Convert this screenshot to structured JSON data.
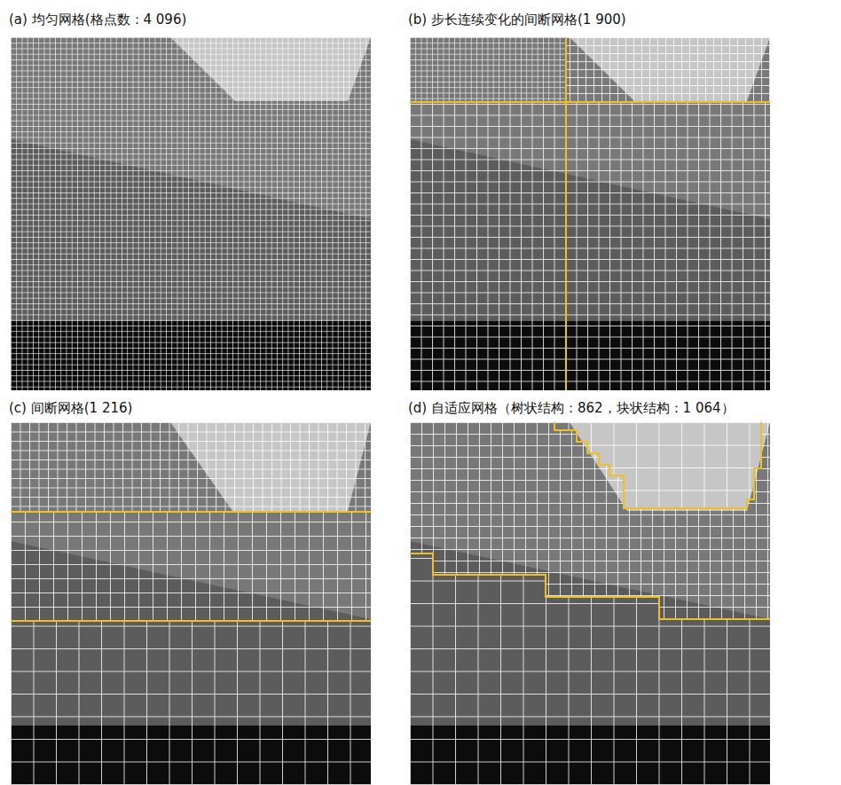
{
  "diagram": {
    "labels": [
      "(a) 均匀网格(格点数：4 096)",
      "(b) 步长连续变化的间断网格(1 900)",
      "(c) 间断网格(1 216)",
      "(d) 自适应网格（树状结构：862，块状结构：1 064）"
    ]
  }
}
